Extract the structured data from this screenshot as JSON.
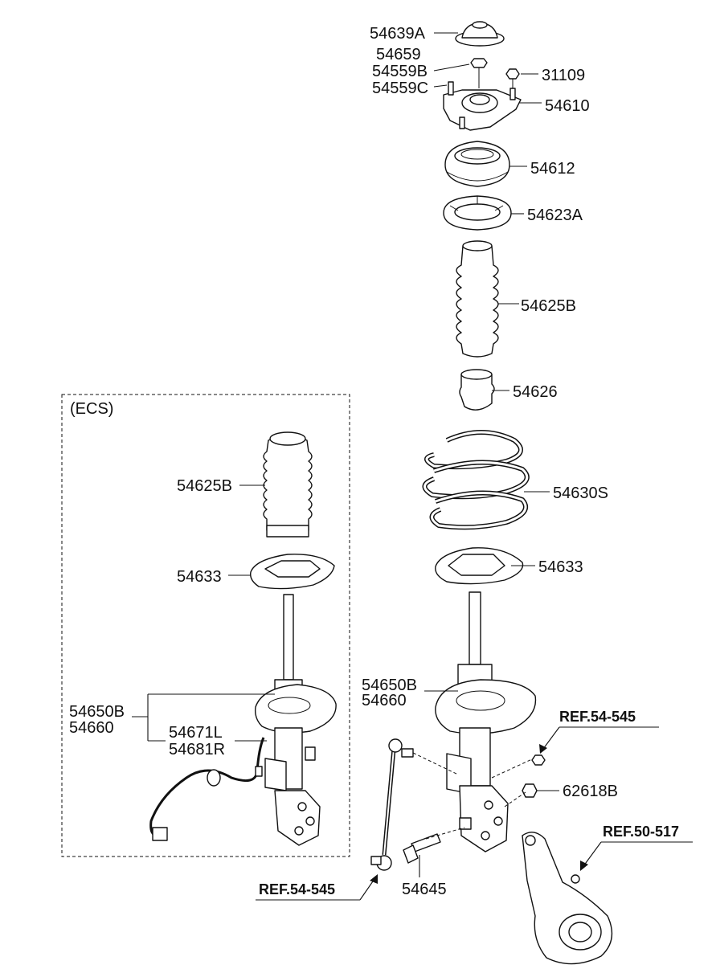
{
  "title": "",
  "ecs_box": {
    "label": "(ECS)"
  },
  "parts": {
    "p54639A": "54639A",
    "p54659": "54659",
    "p54559B": "54559B",
    "p54559C": "54559C",
    "p31109": "31109",
    "p54610": "54610",
    "p54612": "54612",
    "p54623A": "54623A",
    "p54625B": "54625B",
    "p54626": "54626",
    "p54630S": "54630S",
    "p54633": "54633",
    "p54650B": "54650B",
    "p54660": "54660",
    "p62618B": "62618B",
    "p54645": "54645",
    "ecs_54625B": "54625B",
    "ecs_54633": "54633",
    "ecs_54650B": "54650B",
    "ecs_54660": "54660",
    "ecs_54671L": "54671L",
    "ecs_54681R": "54681R"
  },
  "refs": {
    "ref_top_right": "REF.54-545",
    "ref_knuckle": "REF.50-517",
    "ref_bottom_left": "REF.54-545"
  }
}
